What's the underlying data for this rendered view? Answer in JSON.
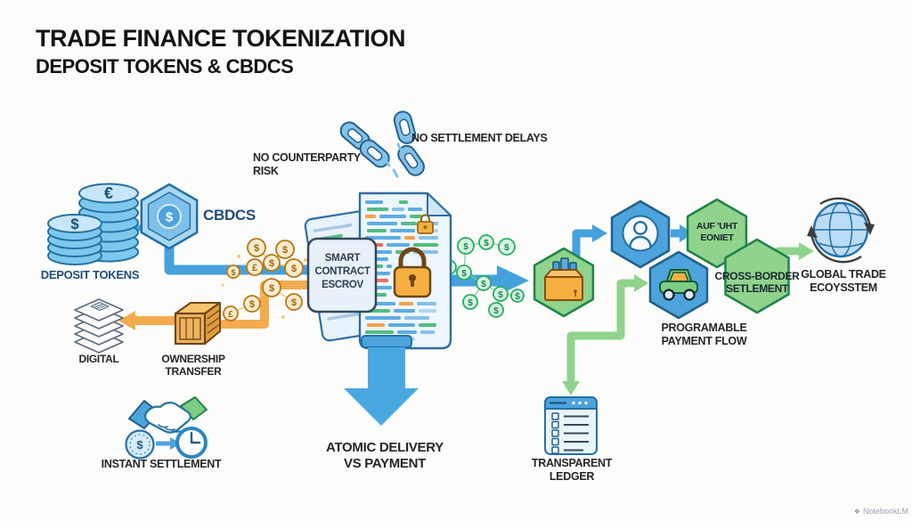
{
  "header": {
    "title": "TRADE FINANCE TOKENIZATION",
    "subtitle": "DEPOSIT TOKENS & CBDCS"
  },
  "labels": {
    "deposit_tokens": "DEPOSIT TOKENS",
    "cbdcs": "CBDCS",
    "no_counterparty_risk": "NO COUNTERPARTY\nRISK",
    "no_settlement_delays": "NO SETTLEMENT DELAYS",
    "smart_contract_escrow": "SMART\nCONTRACT\nESCROV",
    "digital": "DIGITAL",
    "ownership_transfer": "OWNERSHIP\nTRANSFER",
    "instant_settlement": "INSTANT SETTLEMENT",
    "atomic_delivery_vs_payment": "ATOMIC DELIVERY\nVS PAYMENT",
    "auf_uht_eoniet": "AUF 'UHT\nEONIET",
    "cross_border_settlement": "CROSS-BORDER\nSETLEMENT",
    "programmable_payment_flow": "PROGRAMABLE\nPAYMENT FLOW",
    "global_trade_ecosystem": "GLOBAL TRADE\nECOYSSTEM",
    "transparent_ledger": "TRANSPARENT\nLEDGER"
  },
  "symbols": {
    "dollar": "$",
    "euro": "€",
    "pound": "£"
  },
  "watermark": "NotebookLM",
  "icons": {
    "deposit_tokens": "coin-stacks-icon",
    "cbdcs": "hexagon-coin-icon",
    "risk": "broken-chain-icon",
    "escrow": "smart-contract-document-icon",
    "goods": "tokenized-goods-box-icon",
    "identity": "person-icon",
    "vehicle": "car-icon",
    "globe": "globe-icon",
    "digital": "document-stack-icon",
    "ownership": "crate-icon",
    "settlement": "handshake-icon",
    "speed": "coin-clock-icon",
    "ledger": "checklist-ledger-icon",
    "atomic": "big-down-arrow-icon"
  },
  "colors": {
    "blue": "#45a1dc",
    "blue_dark": "#2471a3",
    "blue_light": "#aed6f1",
    "green": "#90d38c",
    "green_dark": "#1e8449",
    "orange": "#f3ab4e",
    "orange_dark": "#8a4b08",
    "gold": "#fdebd0",
    "navy_text": "#1f4e79",
    "text": "#262626"
  }
}
